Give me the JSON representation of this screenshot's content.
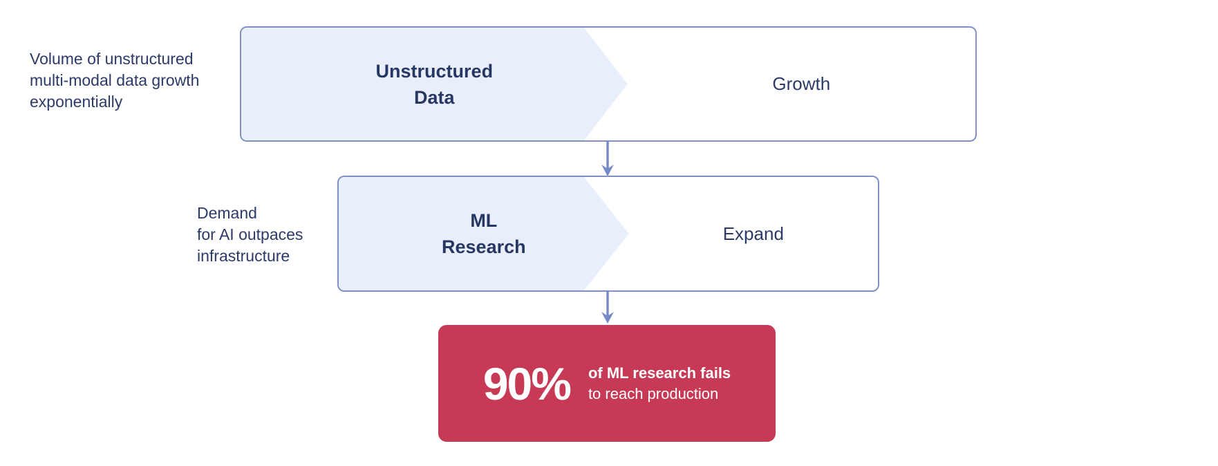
{
  "colors": {
    "background": "#ffffff",
    "box_border_blue": "#8090c4",
    "chevron_fill_blue": "#e9eefb",
    "arrow_blue": "#7689c6",
    "label_navy": "#2c3a67",
    "title_navy": "#273763",
    "stat_red": "#c63a55",
    "stat_text_white": "#ffffff"
  },
  "annotations": {
    "data_growth": "Volume of unstructured\nmulti-modal data growth\nexponentially",
    "ai_demand": "Demand\nfor AI outpaces\ninfrastructure"
  },
  "flow": {
    "step1": {
      "title": "Unstructured\nData",
      "tag": "Growth"
    },
    "step2": {
      "title": "ML\nResearch",
      "tag": "Expand"
    },
    "outcome": {
      "stat": "90%",
      "line1": "of ML research fails",
      "line2": "to reach production"
    }
  },
  "icons": {
    "arrow1": "down-arrow",
    "arrow2": "down-arrow"
  }
}
